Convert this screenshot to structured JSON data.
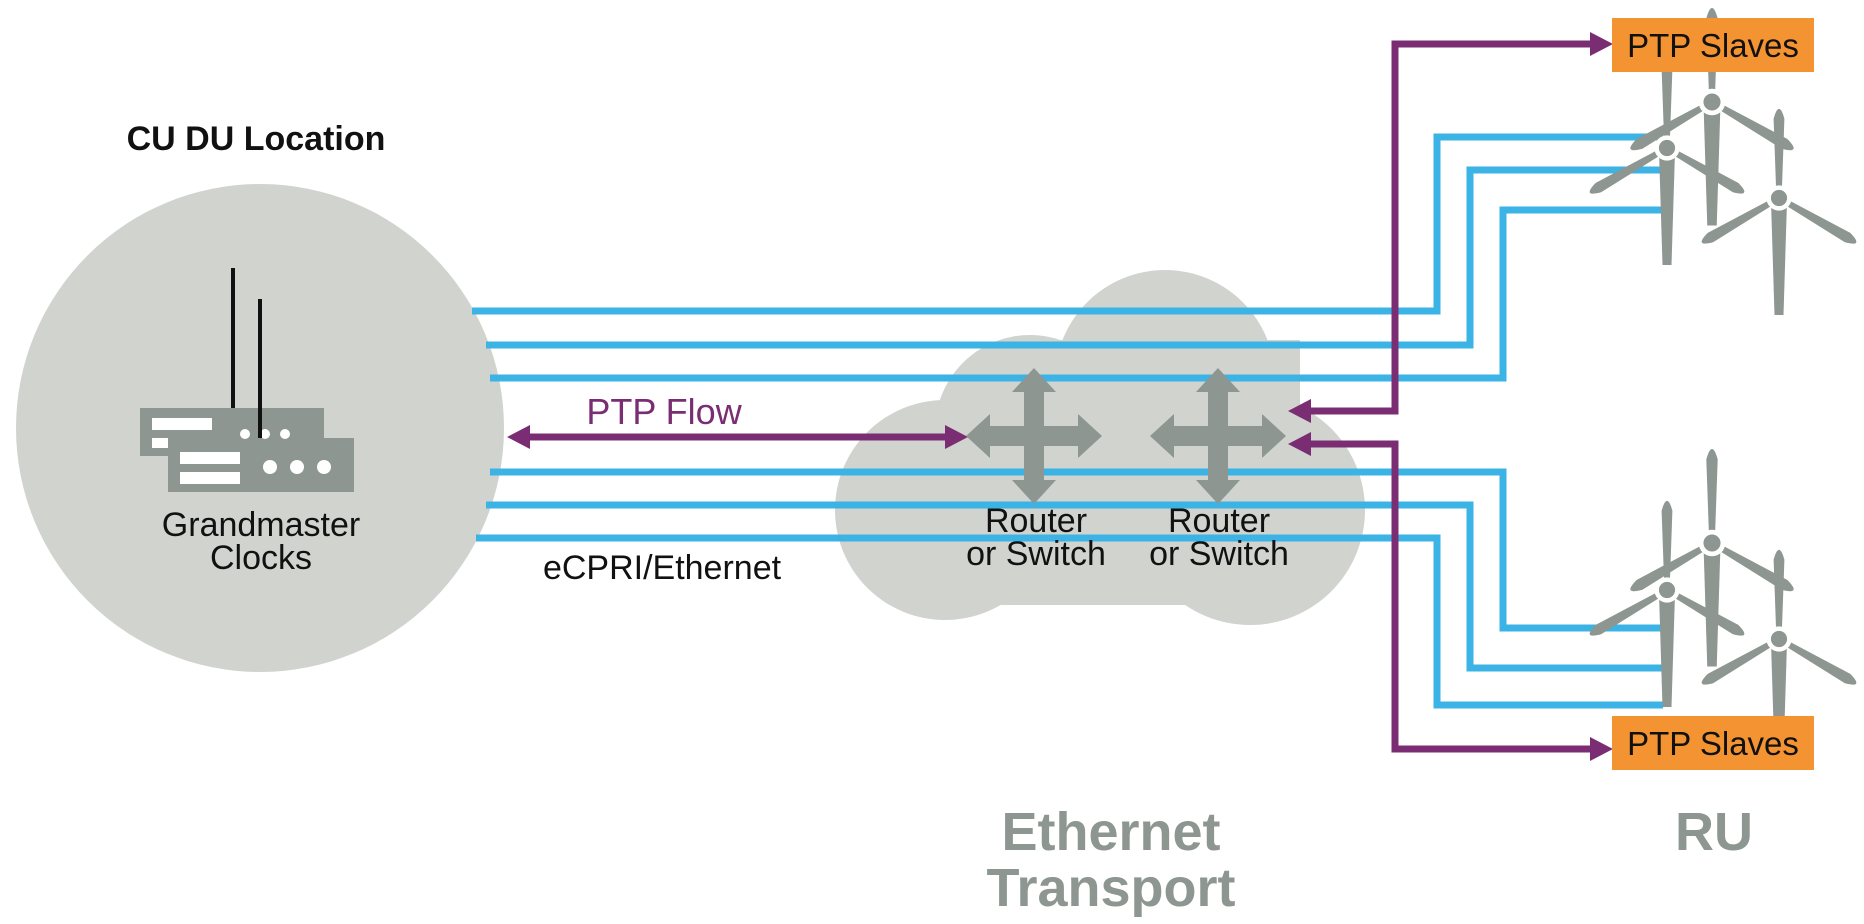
{
  "labels": {
    "cu_du_location": "CU DU Location",
    "grandmaster_clocks_line1": "Grandmaster",
    "grandmaster_clocks_line2": "Clocks",
    "ptp_flow": "PTP Flow",
    "ecpri_ethernet": "eCPRI/Ethernet",
    "router_1_line1": "Router",
    "router_1_line2": "or Switch",
    "router_2_line1": "Router",
    "router_2_line2": "or Switch",
    "ptp_slaves_top": "PTP Slaves",
    "ptp_slaves_bottom": "PTP Slaves",
    "ethernet_transport_line1": "Ethernet",
    "ethernet_transport_line2": "Transport",
    "ru": "RU"
  },
  "colors": {
    "data_link": "#3BB3E4",
    "ptp_flow": "#7B2D73",
    "node_fill": "#D1D3CF",
    "device_gray": "#8D9690",
    "ptp_slave_box": "#F39332"
  },
  "icons": {
    "grandmaster": "grandmaster-clock-icon",
    "router": "router-switch-icon",
    "radio_unit": "wind-turbine-icon"
  }
}
